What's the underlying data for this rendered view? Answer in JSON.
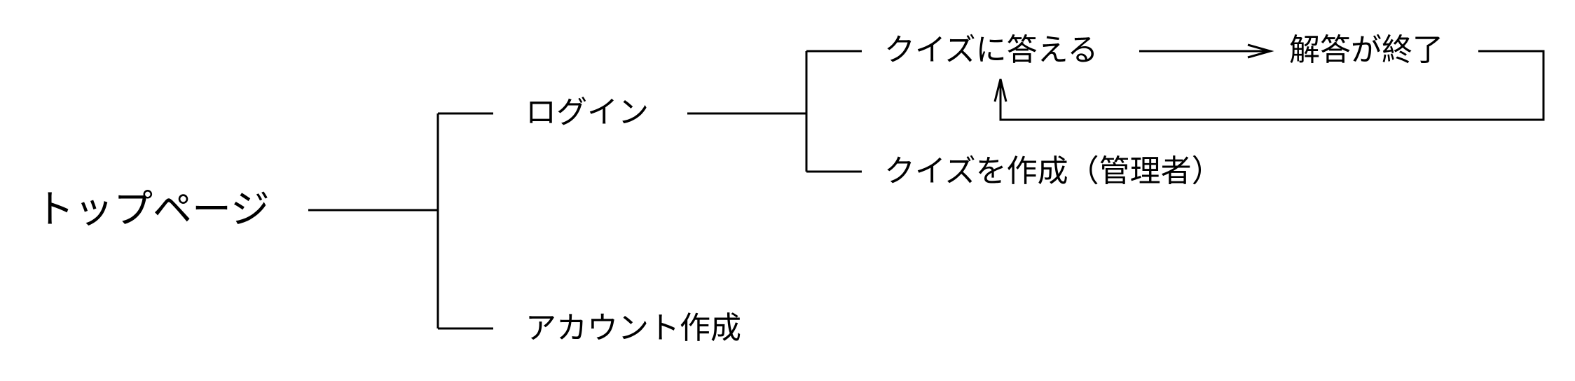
{
  "nodes": {
    "top_page": "トップページ",
    "login": "ログイン",
    "create_account": "アカウント作成",
    "answer_quiz": "クイズに答える",
    "answer_finished": "解答が終了",
    "create_quiz_admin": "クイズを作成（管理者）"
  },
  "colors": {
    "line": "#000000",
    "background": "#ffffff"
  }
}
